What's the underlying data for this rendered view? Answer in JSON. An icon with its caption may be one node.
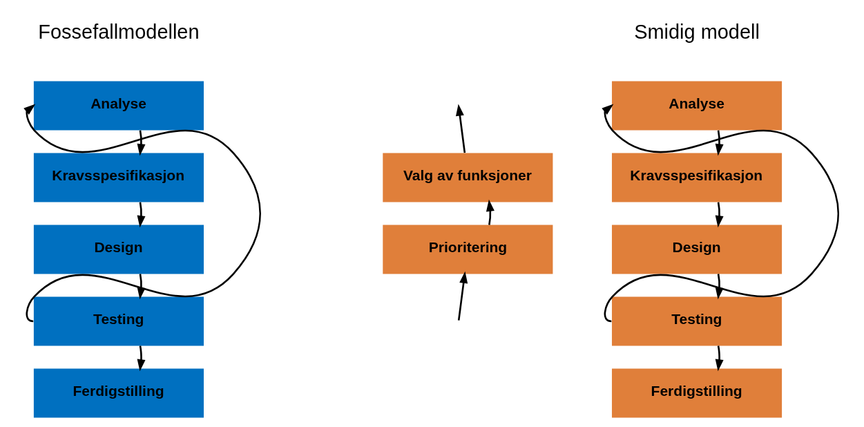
{
  "diagram": {
    "nodes": [
      {
        "text": [
          "Analyse"
        ]
      },
      {
        "text": [
          "Kravsspesifikasjon"
        ]
      },
      {
        "text": [
          "Design"
        ]
      },
      {
        "text": [
          "Testing"
        ]
      },
      {
        "text": [
          "Ferdigstilling"
        ]
      },
      {
        "text": [
          "Valg av funksjoner"
        ]
      },
      {
        "text": [
          "Prioritering"
        ]
      },
      {
        "text": [
          "Analyse"
        ]
      },
      {
        "text": [
          "Kravsspesifikasjon"
        ]
      },
      {
        "text": [
          "Design"
        ]
      },
      {
        "text": [
          "Testing"
        ]
      },
      {
        "text": [
          "Ferdigstilling"
        ]
      }
    ],
    "edges": [
      {
        "from": 0,
        "to": 1,
        "arrow": "to"
      },
      {
        "from": 1,
        "to": 2,
        "arrow": "to"
      },
      {
        "from": 2,
        "to": 3,
        "arrow": "to"
      },
      {
        "from": 3,
        "to": 4,
        "arrow": "to"
      },
      {
        "from": 3,
        "to": 0,
        "arrow": "to"
      },
      {
        "from": null,
        "to": 6,
        "arrow": "to"
      },
      {
        "from": 6,
        "to": 5,
        "arrow": "to"
      },
      {
        "from": 5,
        "to": null,
        "arrow": "to"
      },
      {
        "from": 7,
        "to": 8,
        "arrow": "to"
      },
      {
        "from": 8,
        "to": 9,
        "arrow": "to"
      },
      {
        "from": 9,
        "to": 10,
        "arrow": "to"
      },
      {
        "from": 10,
        "to": 11,
        "arrow": "to"
      },
      {
        "from": 10,
        "to": 7,
        "arrow": "to"
      }
    ],
    "labels": [
      "Fossefallmodellen",
      "Smidig modell"
    ]
  }
}
